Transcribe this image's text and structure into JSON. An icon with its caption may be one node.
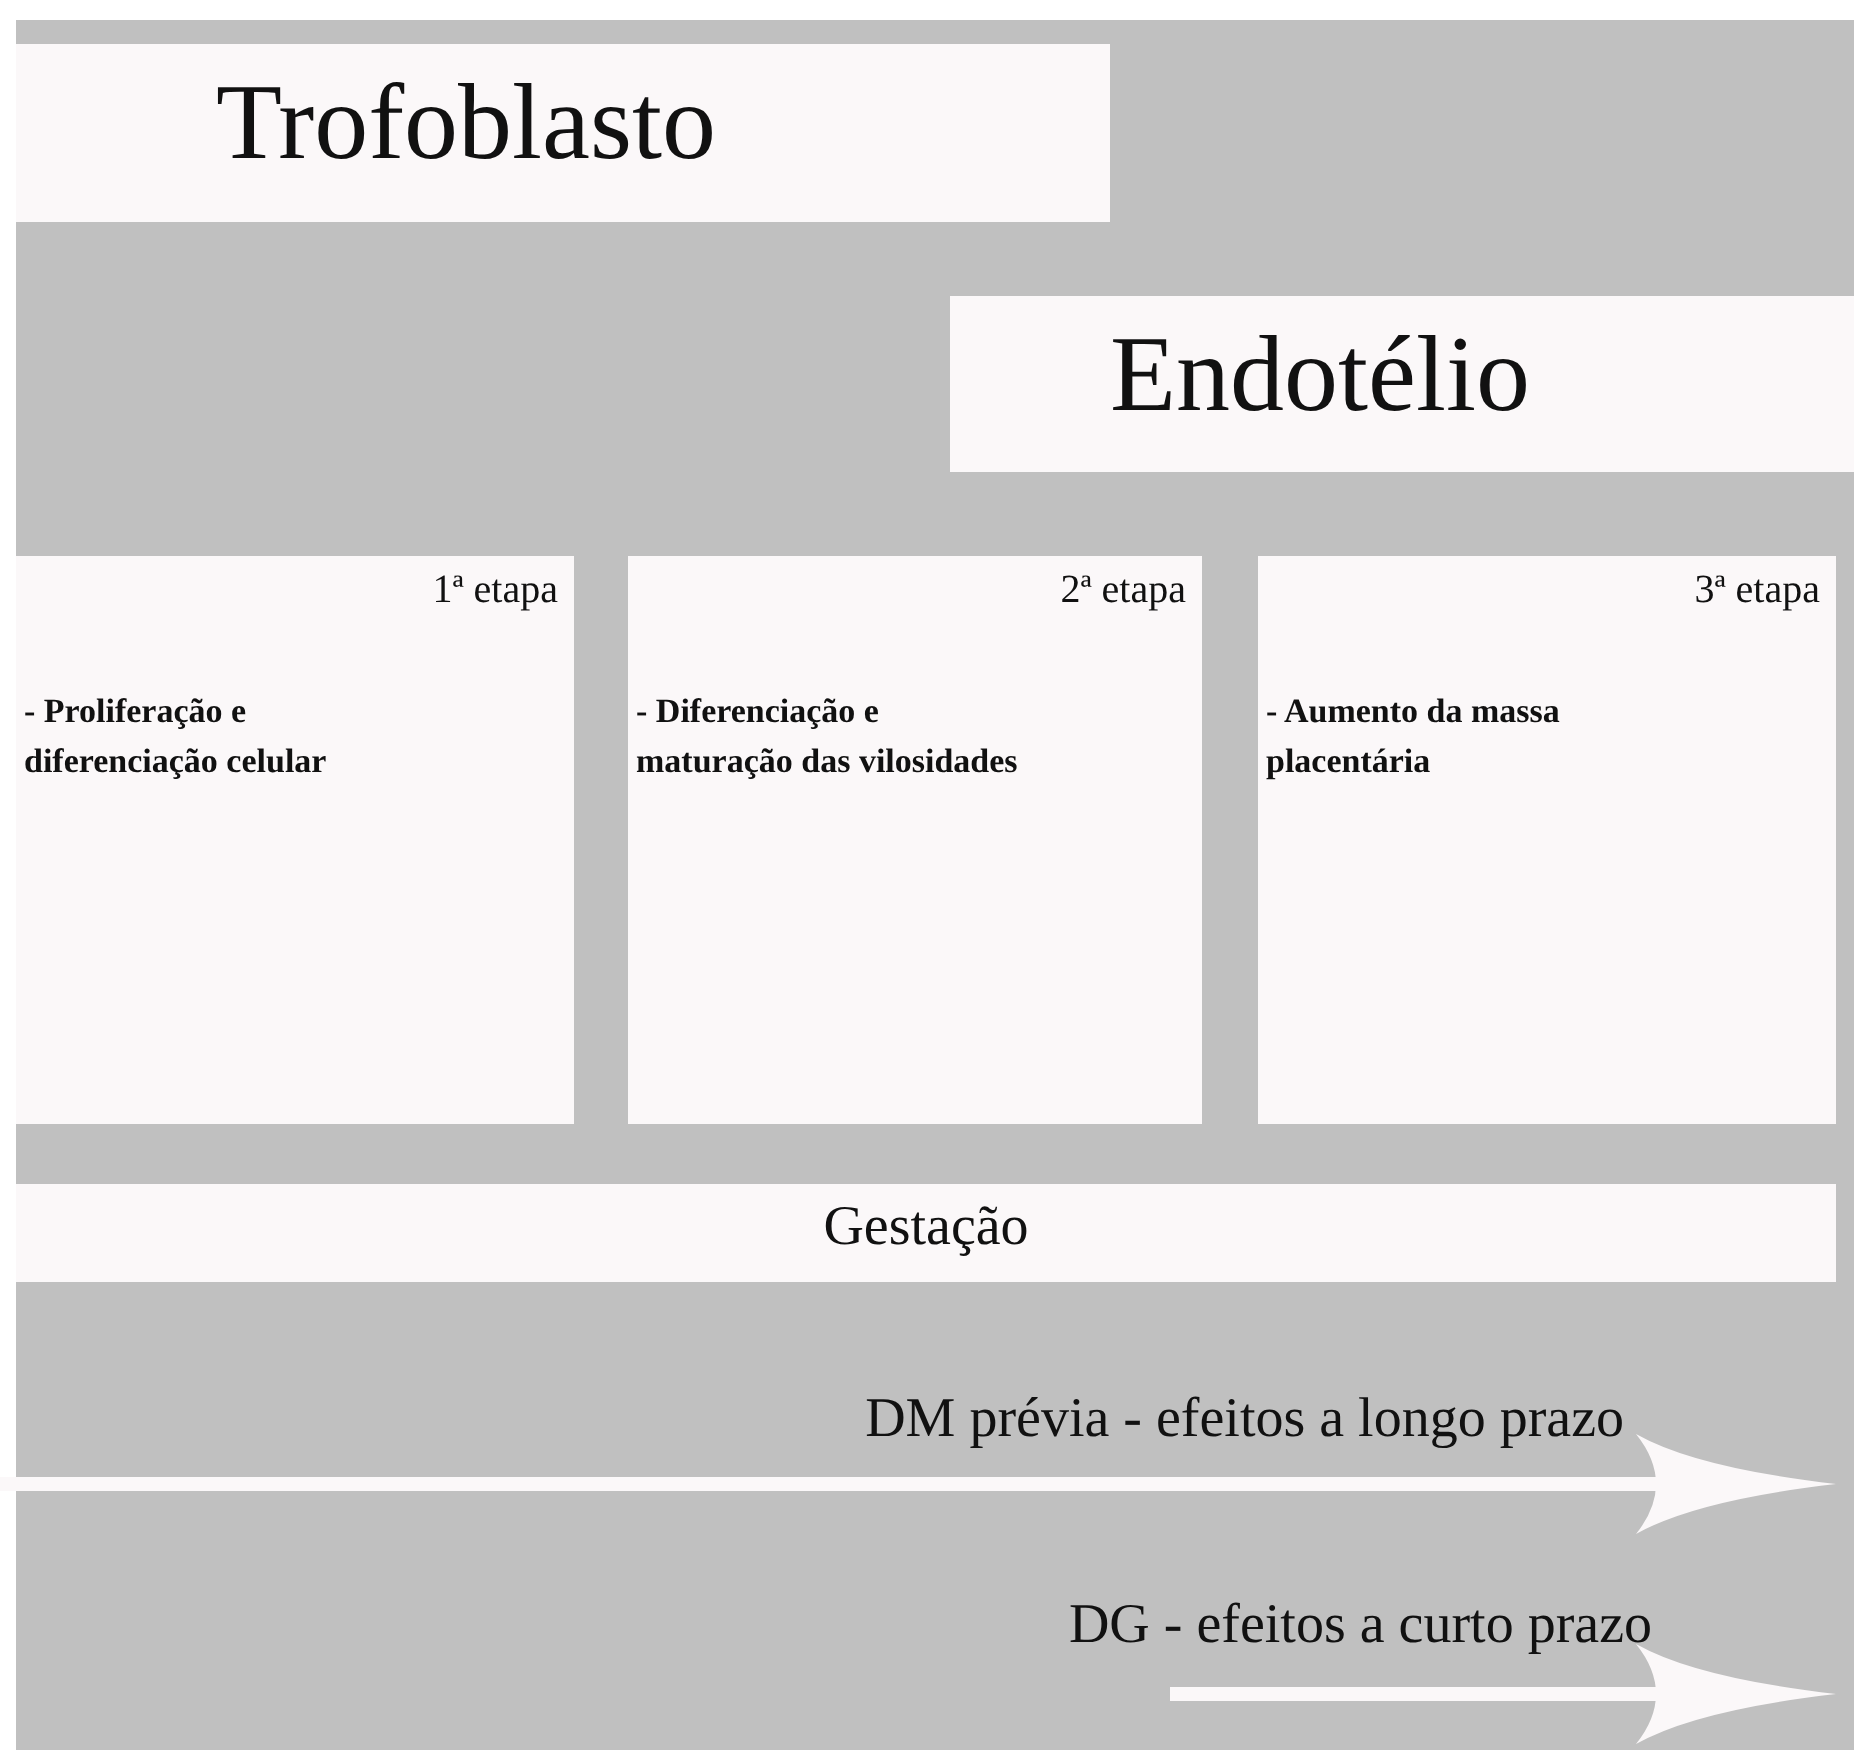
{
  "diagram": {
    "nodes": [
      {
        "text": [
          "Trofoblasto"
        ]
      },
      {
        "text": [
          "Endotélio"
        ]
      },
      {
        "text": [
          "1ª etapa",
          "- Proliferação e diferenciação celular"
        ]
      },
      {
        "text": [
          "2ª etapa",
          "- Diferenciação e maturação das vilosidades"
        ]
      },
      {
        "text": [
          "3ª etapa",
          "- Aumento da massa placentária"
        ]
      },
      {
        "text": [
          "Gestação"
        ]
      }
    ],
    "labels": [
      "DM prévia - efeitos a longo prazo",
      "DG - efeitos a curto prazo"
    ]
  }
}
